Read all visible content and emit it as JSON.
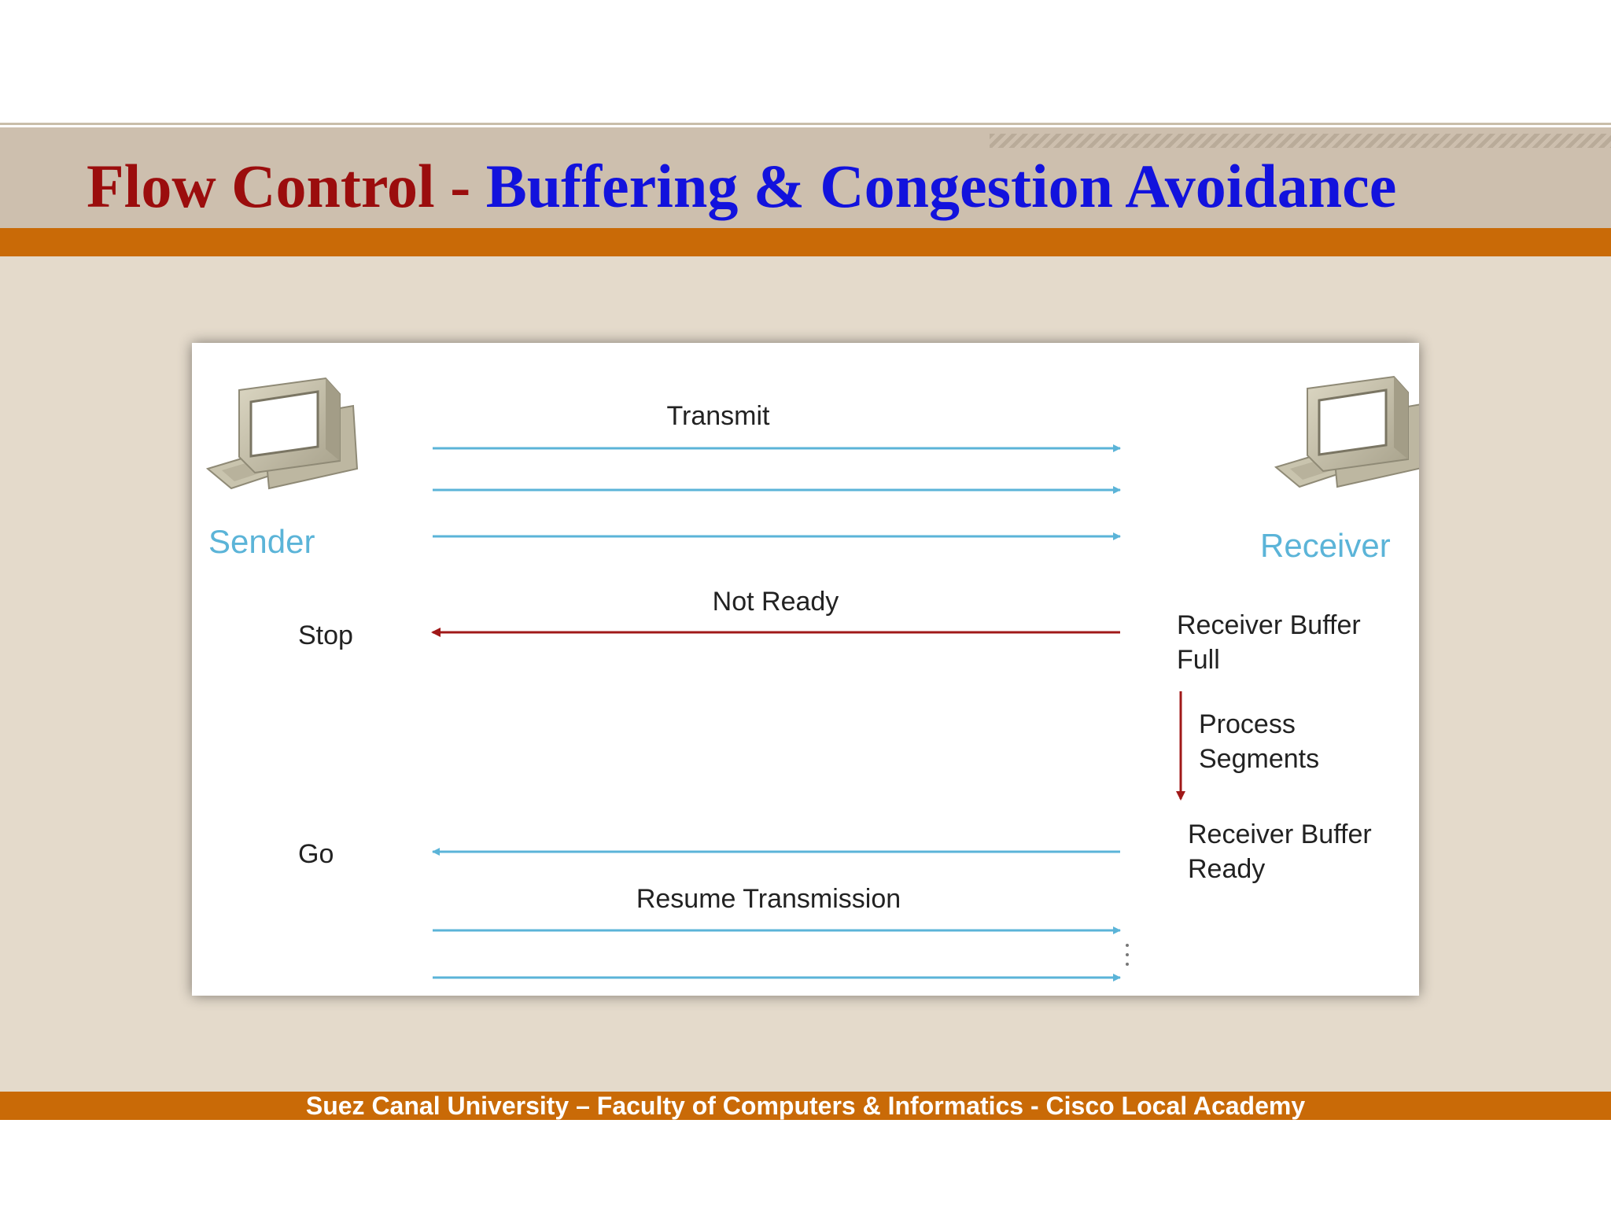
{
  "slide": {
    "title_part1": "Flow Control - ",
    "title_part2": "Buffering & Congestion Avoidance",
    "footer": "Suez Canal University – Faculty of Computers & Informatics - Cisco Local Academy"
  },
  "diagram": {
    "sender_label": "Sender",
    "receiver_label": "Receiver",
    "transmit_label": "Transmit",
    "not_ready_label": "Not Ready",
    "stop_label": "Stop",
    "receiver_buffer_full_line1": "Receiver Buffer",
    "receiver_buffer_full_line2": "Full",
    "process_segments_line1": "Process",
    "process_segments_line2": "Segments",
    "go_label": "Go",
    "receiver_buffer_ready_line1": "Receiver Buffer",
    "receiver_buffer_ready_line2": "Ready",
    "resume_label": "Resume Transmission",
    "colors": {
      "data_arrow": "#5bb4d8",
      "stop_arrow": "#a01818",
      "label_blue": "#5bb4d8"
    },
    "icons": [
      "computer-icon"
    ]
  }
}
